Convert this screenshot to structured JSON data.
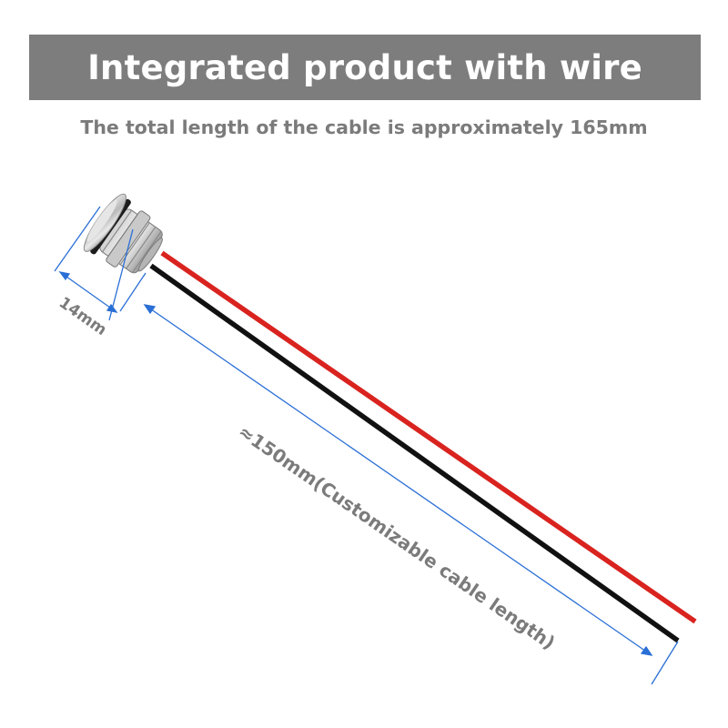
{
  "header": {
    "title": "Integrated product with wire"
  },
  "subtitle": "The total length of the cable is approximately 165mm",
  "dimensions": {
    "diameter_label": "14mm",
    "cable_label": "≈150mm(Customizable cable length)"
  },
  "colors": {
    "banner": "#7d7d7d",
    "dimension_line": "#2a6fd6",
    "red_wire": "#d9231f",
    "black_wire": "#111111",
    "label_gray": "#7b7b7b"
  }
}
